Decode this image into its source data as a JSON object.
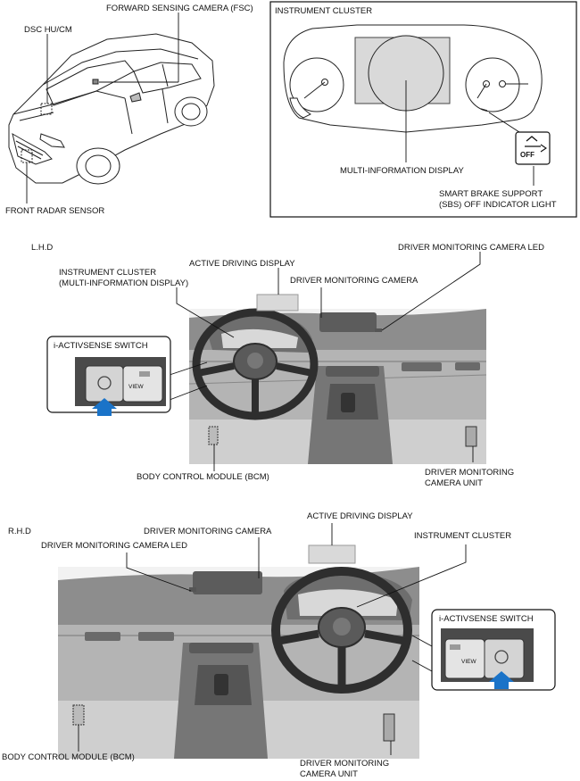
{
  "top_left": {
    "dsc_label": "DSC HU/CM",
    "fsc_label": "FORWARD SENSING CAMERA (FSC)",
    "radar_label": "FRONT RADAR SENSOR"
  },
  "cluster_panel": {
    "title": "INSTRUMENT CLUSTER",
    "mid_label": "MULTI-INFORMATION DISPLAY",
    "sbs_line1": "SMART BRAKE SUPPORT",
    "sbs_line2": "(SBS) OFF INDICATOR LIGHT",
    "sbs_icon_text": "OFF"
  },
  "lhd": {
    "side": "L.H.D",
    "active_driving_display": "ACTIVE DRIVING DISPLAY",
    "dmc_led": "DRIVER MONITORING CAMERA LED",
    "instrument_cluster_line1": "INSTRUMENT CLUSTER",
    "instrument_cluster_line2": "(MULTI-INFORMATION DISPLAY)",
    "dmc": "DRIVER MONITORING CAMERA",
    "switch_title": "i-ACTIVSENSE SWITCH",
    "bcm": "BODY CONTROL MODULE (BCM)",
    "dmc_unit_line1": "DRIVER MONITORING",
    "dmc_unit_line2": "CAMERA UNIT",
    "switch_view": "VIEW"
  },
  "rhd": {
    "side": "R.H.D",
    "active_driving_display": "ACTIVE DRIVING DISPLAY",
    "dmc": "DRIVER MONITORING CAMERA",
    "instrument_cluster": "INSTRUMENT CLUSTER",
    "dmc_led": "DRIVER MONITORING CAMERA LED",
    "switch_title": "i-ACTIVSENSE SWITCH",
    "bcm": "BODY CONTROL MODULE (BCM)",
    "dmc_unit_line1": "DRIVER MONITORING",
    "dmc_unit_line2": "CAMERA UNIT",
    "switch_view": "VIEW"
  },
  "colors": {
    "line": "#111111",
    "gray_fill": "#d9d9d9",
    "mid_gray": "#9a9a9a",
    "dark_gray": "#5f5f5f",
    "arrow_blue": "#1a73c8"
  }
}
